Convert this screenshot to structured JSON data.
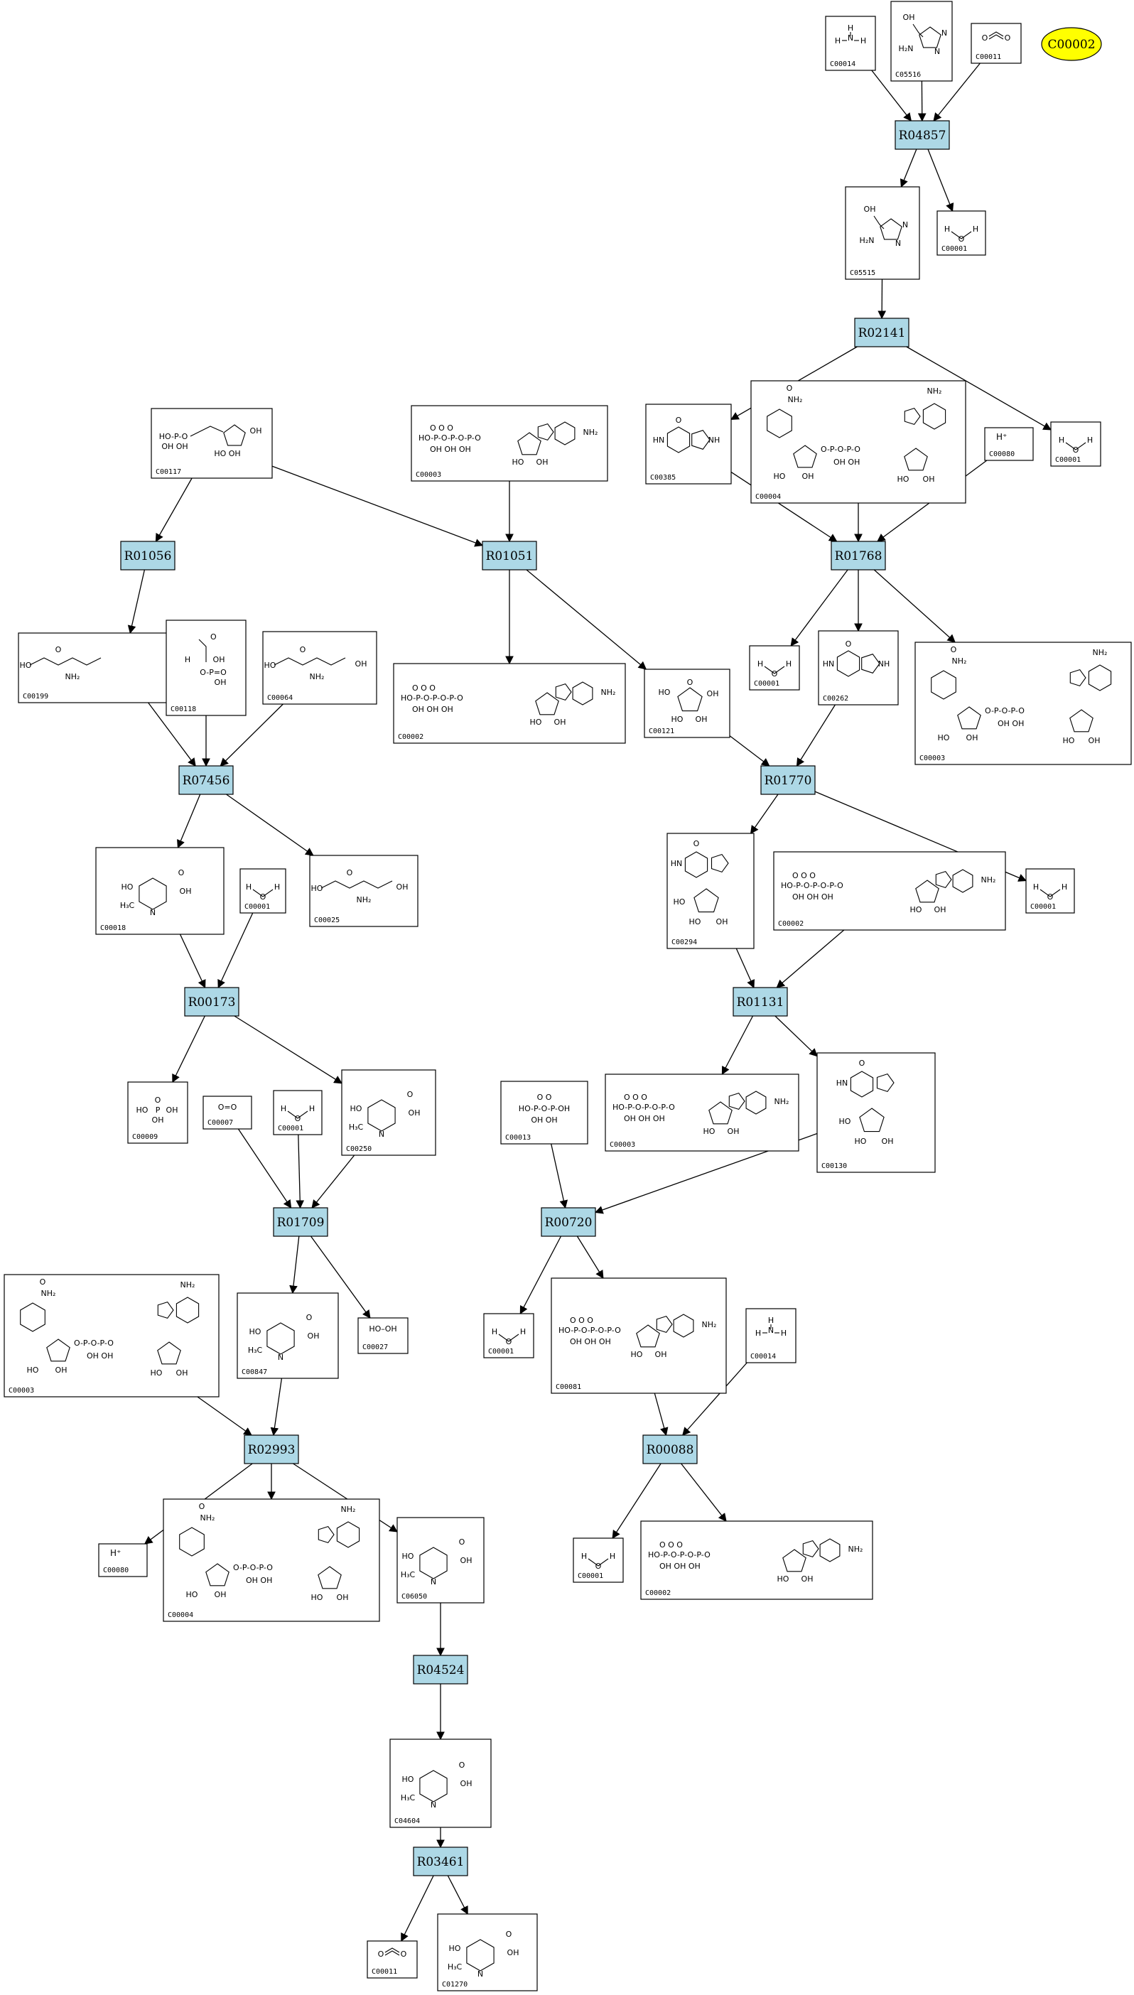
{
  "colors": {
    "reaction_fill": "#add8e6",
    "compound_fill": "#ffffff",
    "highlight_fill": "#ffff00",
    "stroke": "#000000"
  },
  "highlight": {
    "id": "C00002"
  },
  "reactions": [
    {
      "key": "R04857",
      "id": "R04857"
    },
    {
      "key": "R02141",
      "id": "R02141"
    },
    {
      "key": "R01768",
      "id": "R01768"
    },
    {
      "key": "R01056",
      "id": "R01056"
    },
    {
      "key": "R01051",
      "id": "R01051"
    },
    {
      "key": "R07456",
      "id": "R07456"
    },
    {
      "key": "R01770",
      "id": "R01770"
    },
    {
      "key": "R00173",
      "id": "R00173"
    },
    {
      "key": "R01131",
      "id": "R01131"
    },
    {
      "key": "R01709",
      "id": "R01709"
    },
    {
      "key": "R00720",
      "id": "R00720"
    },
    {
      "key": "R02993",
      "id": "R02993"
    },
    {
      "key": "R00088",
      "id": "R00088"
    },
    {
      "key": "R04524",
      "id": "R04524"
    },
    {
      "key": "R03461",
      "id": "R03461"
    }
  ],
  "compounds": [
    {
      "key": "n1",
      "id": "C00014",
      "structure": "ammonia"
    },
    {
      "key": "n2",
      "id": "C05516",
      "structure": "aicar-like"
    },
    {
      "key": "n3",
      "id": "C00011",
      "structure": "co2"
    },
    {
      "key": "n4",
      "id": "C05515",
      "structure": "aicar-like"
    },
    {
      "key": "n5",
      "id": "C00001",
      "structure": "water"
    },
    {
      "key": "n6",
      "id": "C00385",
      "structure": "purine"
    },
    {
      "key": "n7",
      "id": "C00004",
      "structure": "nad-large"
    },
    {
      "key": "n8",
      "id": "C00080",
      "structure": "proton"
    },
    {
      "key": "n9",
      "id": "C00001",
      "structure": "water"
    },
    {
      "key": "n10",
      "id": "C00117",
      "structure": "ribose-phosphate"
    },
    {
      "key": "n11",
      "id": "C00003",
      "structure": "nucleotide-medium"
    },
    {
      "key": "n12",
      "id": "C00199",
      "structure": "chain"
    },
    {
      "key": "n13",
      "id": "C00118",
      "structure": "small-chain"
    },
    {
      "key": "n14",
      "id": "C00064",
      "structure": "chain"
    },
    {
      "key": "n15",
      "id": "C00002",
      "structure": "nucleotide-medium"
    },
    {
      "key": "n16",
      "id": "C00121",
      "structure": "ribose"
    },
    {
      "key": "n17",
      "id": "C00001",
      "structure": "water"
    },
    {
      "key": "n18",
      "id": "C00262",
      "structure": "purine"
    },
    {
      "key": "n19",
      "id": "C00003",
      "structure": "nad-large"
    },
    {
      "key": "n20",
      "id": "C00018",
      "structure": "pyridine"
    },
    {
      "key": "n21",
      "id": "C00001",
      "structure": "water"
    },
    {
      "key": "n22",
      "id": "C00025",
      "structure": "chain"
    },
    {
      "key": "n23",
      "id": "C00294",
      "structure": "nucleoside"
    },
    {
      "key": "n24",
      "id": "C00002",
      "structure": "nucleotide-medium"
    },
    {
      "key": "n25",
      "id": "C00001",
      "structure": "water"
    },
    {
      "key": "n26",
      "id": "C00009",
      "structure": "phosphate"
    },
    {
      "key": "n27",
      "id": "C00007",
      "structure": "oxygen"
    },
    {
      "key": "n28",
      "id": "C00001",
      "structure": "water"
    },
    {
      "key": "n29",
      "id": "C00250",
      "structure": "pyridine"
    },
    {
      "key": "n30",
      "id": "C00013",
      "structure": "diphosphate"
    },
    {
      "key": "n31",
      "id": "C00003",
      "structure": "nucleotide-medium"
    },
    {
      "key": "n32",
      "id": "C00130",
      "structure": "nucleoside"
    },
    {
      "key": "n33",
      "id": "C00003",
      "structure": "nad-large"
    },
    {
      "key": "n34",
      "id": "C00847",
      "structure": "pyridine"
    },
    {
      "key": "n35",
      "id": "C00027",
      "structure": "peroxide"
    },
    {
      "key": "n36",
      "id": "C00001",
      "structure": "water"
    },
    {
      "key": "n37",
      "id": "C00081",
      "structure": "nucleotide-medium"
    },
    {
      "key": "n38",
      "id": "C00014",
      "structure": "ammonia"
    },
    {
      "key": "n39",
      "id": "C00080",
      "structure": "proton"
    },
    {
      "key": "n40",
      "id": "C00004",
      "structure": "nad-large"
    },
    {
      "key": "n41",
      "id": "C06050",
      "structure": "pyridine"
    },
    {
      "key": "n42",
      "id": "C00001",
      "structure": "water"
    },
    {
      "key": "n43",
      "id": "C00002",
      "structure": "nucleotide-medium"
    },
    {
      "key": "n44",
      "id": "C04604",
      "structure": "pyridine"
    },
    {
      "key": "n45",
      "id": "C00011",
      "structure": "co2"
    },
    {
      "key": "n46",
      "id": "C01270",
      "structure": "pyridine"
    }
  ],
  "edges": [
    [
      "n1",
      "R04857"
    ],
    [
      "n2",
      "R04857"
    ],
    [
      "n3",
      "R04857"
    ],
    [
      "R04857",
      "n4"
    ],
    [
      "R04857",
      "n5"
    ],
    [
      "n4",
      "R02141"
    ],
    [
      "R02141",
      "n6"
    ],
    [
      "R02141",
      "n9"
    ],
    [
      "n6",
      "R01768"
    ],
    [
      "n7",
      "R01768"
    ],
    [
      "n8",
      "R01768"
    ],
    [
      "R01768",
      "n17"
    ],
    [
      "R01768",
      "n18"
    ],
    [
      "R01768",
      "n19"
    ],
    [
      "n10",
      "R01056"
    ],
    [
      "n10",
      "R01051"
    ],
    [
      "n11",
      "R01051"
    ],
    [
      "R01056",
      "n12"
    ],
    [
      "R01051",
      "n15"
    ],
    [
      "R01051",
      "n16"
    ],
    [
      "n12",
      "R07456"
    ],
    [
      "n13",
      "R07456"
    ],
    [
      "n14",
      "R07456"
    ],
    [
      "R07456",
      "n20"
    ],
    [
      "R07456",
      "n22"
    ],
    [
      "n16",
      "R01770"
    ],
    [
      "n18",
      "R01770"
    ],
    [
      "R01770",
      "n23"
    ],
    [
      "R01770",
      "n25"
    ],
    [
      "n20",
      "R00173"
    ],
    [
      "n21",
      "R00173"
    ],
    [
      "R00173",
      "n26"
    ],
    [
      "R00173",
      "n29"
    ],
    [
      "n23",
      "R01131"
    ],
    [
      "n24",
      "R01131"
    ],
    [
      "R01131",
      "n31"
    ],
    [
      "R01131",
      "n32"
    ],
    [
      "n27",
      "R01709"
    ],
    [
      "n28",
      "R01709"
    ],
    [
      "n29",
      "R01709"
    ],
    [
      "R01709",
      "n34"
    ],
    [
      "R01709",
      "n35"
    ],
    [
      "n30",
      "R00720"
    ],
    [
      "n32",
      "R00720"
    ],
    [
      "R00720",
      "n36"
    ],
    [
      "R00720",
      "n37"
    ],
    [
      "n33",
      "R02993"
    ],
    [
      "n34",
      "R02993"
    ],
    [
      "R02993",
      "n39"
    ],
    [
      "R02993",
      "n40"
    ],
    [
      "R02993",
      "n41"
    ],
    [
      "n37",
      "R00088"
    ],
    [
      "n38",
      "R00088"
    ],
    [
      "R00088",
      "n42"
    ],
    [
      "R00088",
      "n43"
    ],
    [
      "n41",
      "R04524"
    ],
    [
      "R04524",
      "n44"
    ],
    [
      "n44",
      "R03461"
    ],
    [
      "R03461",
      "n45"
    ],
    [
      "R03461",
      "n46"
    ]
  ]
}
